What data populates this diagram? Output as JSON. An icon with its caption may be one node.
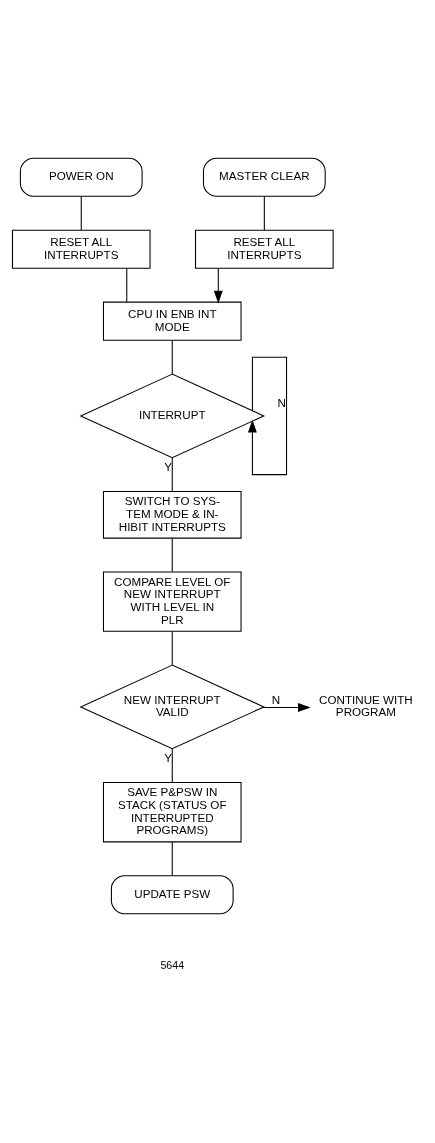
{
  "diagram": {
    "nodes": [
      {
        "text": [
          "POWER ON"
        ]
      },
      {
        "text": [
          "MASTER CLEAR"
        ]
      },
      {
        "text": [
          "RESET ALL INTERRUPTS"
        ]
      },
      {
        "text": [
          "RESET ALL INTERRUPTS"
        ]
      },
      {
        "text": [
          "CPU IN ENB INT MODE"
        ]
      },
      {
        "text": [
          "INTERRUPT"
        ]
      },
      {
        "text": [
          "SWITCH TO SYS- TEM MODE & IN- HIBIT INTERRUPTS"
        ]
      },
      {
        "text": [
          "COMPARE LEVEL OF NEW INTERRUPT WITH LEVEL IN PLR"
        ]
      },
      {
        "text": [
          "NEW INTERRUPT VALID"
        ]
      },
      {
        "text": [
          "CONTINUE WITH PROGRAM"
        ]
      },
      {
        "text": [
          "SAVE P&PSW IN STACK (STATUS OF INTERRUPTED PROGRAMS)"
        ]
      },
      {
        "text": [
          "UPDATE PSW"
        ]
      }
    ],
    "edges": [
      {
        "from": 0,
        "to": 2,
        "arrow": "none"
      },
      {
        "from": 1,
        "to": 3,
        "arrow": "none"
      },
      {
        "from": 2,
        "to": 4,
        "arrow": "none"
      },
      {
        "from": 3,
        "to": 4,
        "arrow": "to"
      },
      {
        "from": 4,
        "to": 5,
        "arrow": "none"
      },
      {
        "from": 5,
        "to": 5,
        "arrow": "to",
        "label": "N"
      },
      {
        "from": 5,
        "to": 6,
        "arrow": "none",
        "label": "Y"
      },
      {
        "from": 6,
        "to": 7,
        "arrow": "none"
      },
      {
        "from": 7,
        "to": 8,
        "arrow": "none"
      },
      {
        "from": 8,
        "to": 9,
        "arrow": "to",
        "label": "N"
      },
      {
        "from": 8,
        "to": 10,
        "arrow": "none",
        "label": "Y"
      },
      {
        "from": 10,
        "to": 11,
        "arrow": "none"
      }
    ],
    "labels": [
      "5644"
    ]
  }
}
